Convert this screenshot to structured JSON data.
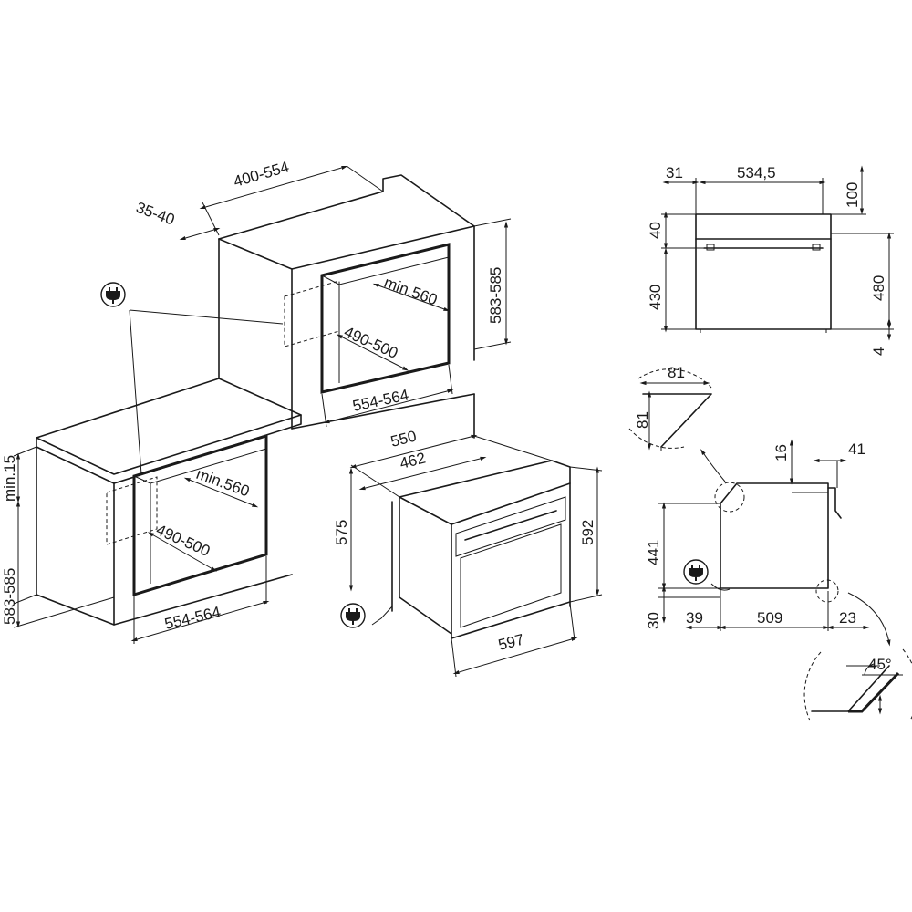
{
  "diagram": {
    "colors": {
      "line": "#1a1a1a",
      "background": "#ffffff"
    },
    "icons": [
      "plug-icon"
    ],
    "column_install": {
      "width": "400-554",
      "depth": "35-40",
      "niche_height": "583-585",
      "cable_depth": "min.560",
      "opening": "490-500",
      "niche_width": "554-564"
    },
    "undercounter_install": {
      "gap": "min.15",
      "niche_height": "583-585",
      "cable_depth": "min.560",
      "opening": "490-500",
      "niche_width": "554-564"
    },
    "oven_iso": {
      "depth_total": "550",
      "depth_body": "462",
      "body_height": "575",
      "front_height": "592",
      "front_width": "597"
    },
    "front_view": {
      "left_margin": "31",
      "inner_width": "534,5",
      "top": "100",
      "panel": "40",
      "body": "430",
      "right_height": "480",
      "bottom_gap": "4"
    },
    "chamfer_detail": {
      "horizontal": "81",
      "vertical": "81"
    },
    "side_view": {
      "top_gap": "16",
      "door": "41",
      "height": "441",
      "bottom": "30",
      "rear": "39",
      "depth": "509",
      "front": "23"
    },
    "angle_detail": {
      "angle": "45°"
    }
  }
}
